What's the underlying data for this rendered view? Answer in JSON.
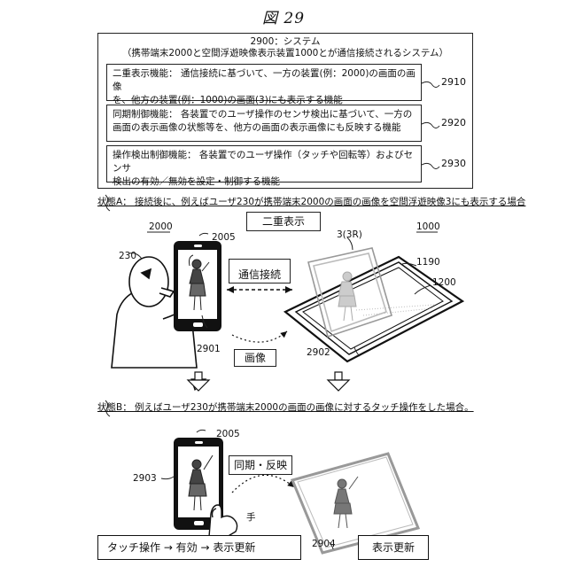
{
  "figure": {
    "title": "図 29"
  },
  "system": {
    "title": "2900：システム",
    "subtitle": "（携帯端末2000と空間浮遊映像表示装置1000とが通信接続されるシステム）",
    "functions": [
      {
        "line1": "二重表示機能：  通信接続に基づいて、一方の装置(例：2000)の画面の画像",
        "line2": "を、他方の装置(例：1000)の画面(3)にも表示する機能",
        "ref": "2910"
      },
      {
        "line1": "同期制御機能：  各装置でのユーザ操作のセンサ検出に基づいて、一方の",
        "line2": "画面の表示画像の状態等を、他方の画面の表示画像にも反映する機能",
        "ref": "2920"
      },
      {
        "line1": "操作検出制御機能：  各装置でのユーザ操作（タッチや回転等）およびセンサ",
        "line2": "検出の有効／無効を設定・制御する機能",
        "ref": "2930"
      }
    ]
  },
  "state_a": {
    "caption": "状態A：  接続後に、例えばユーザ230が携帯端末2000の画面の画像を空間浮遊映像3にも表示する場合",
    "dual_display_label": "二重表示",
    "comm_label": "通信接続",
    "image_label": "画像",
    "refs": {
      "user": "230",
      "phone": "2000",
      "phone_screen": "2005",
      "screen": "3(3R)",
      "device": "1000",
      "frame": "1190",
      "surface": "1200",
      "phone_image": "2901",
      "floating_image": "2902"
    }
  },
  "state_b": {
    "caption": "状態B：  例えばユーザ230が携帯端末2000の画面の画像に対するタッチ操作をした場合。",
    "sync_label": "同期・反映",
    "hand_label": "手",
    "touch_flow": "タッチ操作 → 有効 → 表示更新",
    "update_label": "表示更新",
    "refs": {
      "phone_screen": "2005",
      "phone_image": "2903",
      "floating_image": "2904"
    }
  }
}
